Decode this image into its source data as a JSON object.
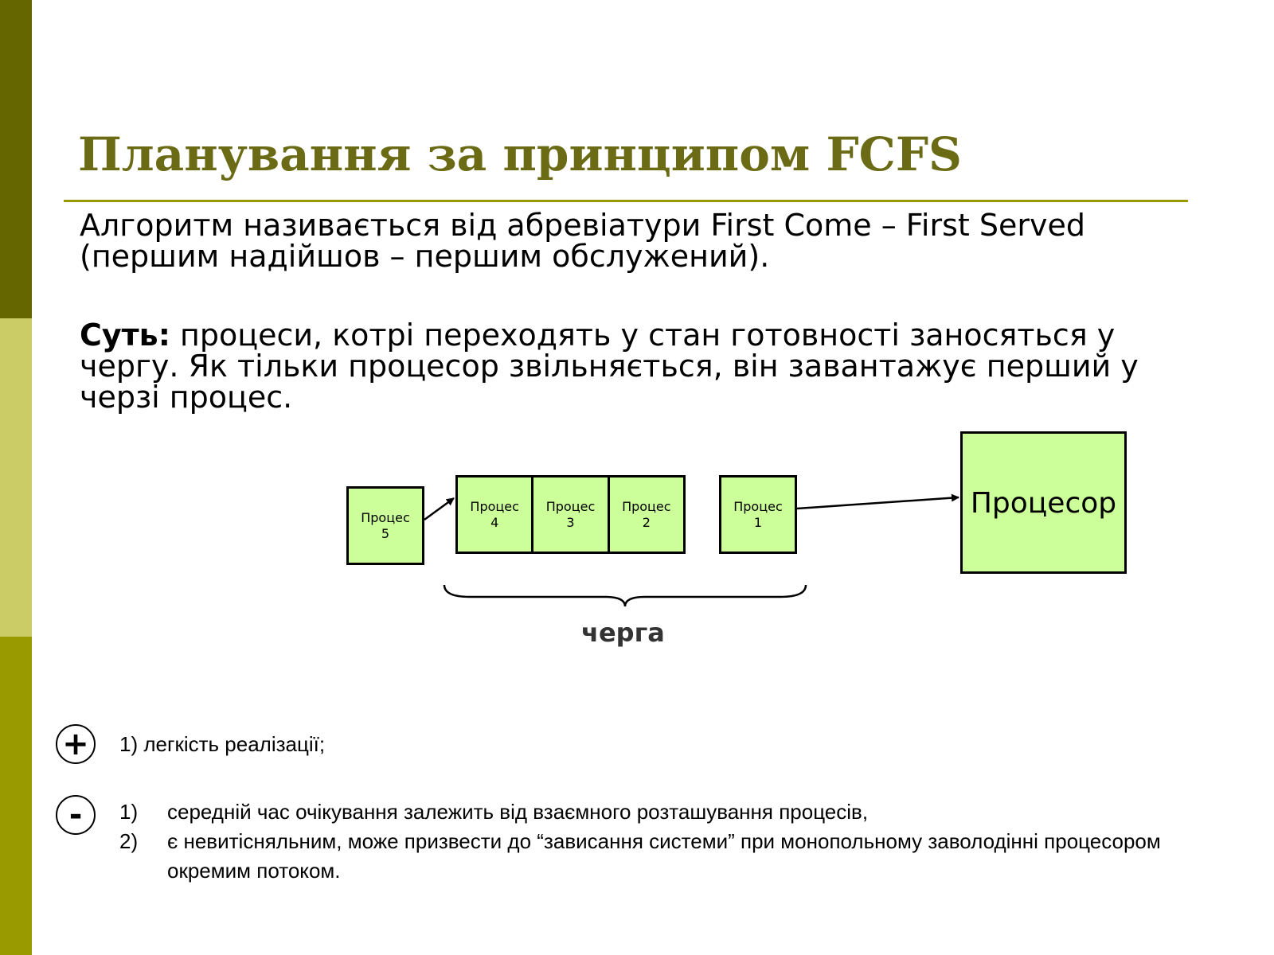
{
  "slide": {
    "title": "Планування за принципом FCFS",
    "intro": "Алгоритм називається від абревіатури First Come – First Served (першим надійшов – першим обслужений).",
    "essence_label": "Суть:",
    "essence_text": " процеси, котрі переходять у стан готовності заносяться у чергу. Як тільки процесор звільняється, він завантажує перший у черзі процес."
  },
  "diagram": {
    "process5": [
      "Процес",
      "5"
    ],
    "process4": [
      "Процес",
      "4"
    ],
    "process3": [
      "Процес",
      "3"
    ],
    "process2": [
      "Процес",
      "2"
    ],
    "process1": [
      "Процес",
      "1"
    ],
    "cpu": "Процесор",
    "queue_label": "черга"
  },
  "pros": {
    "symbol": "+",
    "items": [
      "1) легкість реалізації;"
    ]
  },
  "cons": {
    "symbol": "-",
    "items": [
      {
        "num": "1)",
        "text": "середній час очікування залежить від взаємного розташування процесів,"
      },
      {
        "num": "2)",
        "text": "є невитісняльним, може призвести до “зависання системи” при монопольному заволодінні процесором окремим потоком."
      }
    ]
  }
}
